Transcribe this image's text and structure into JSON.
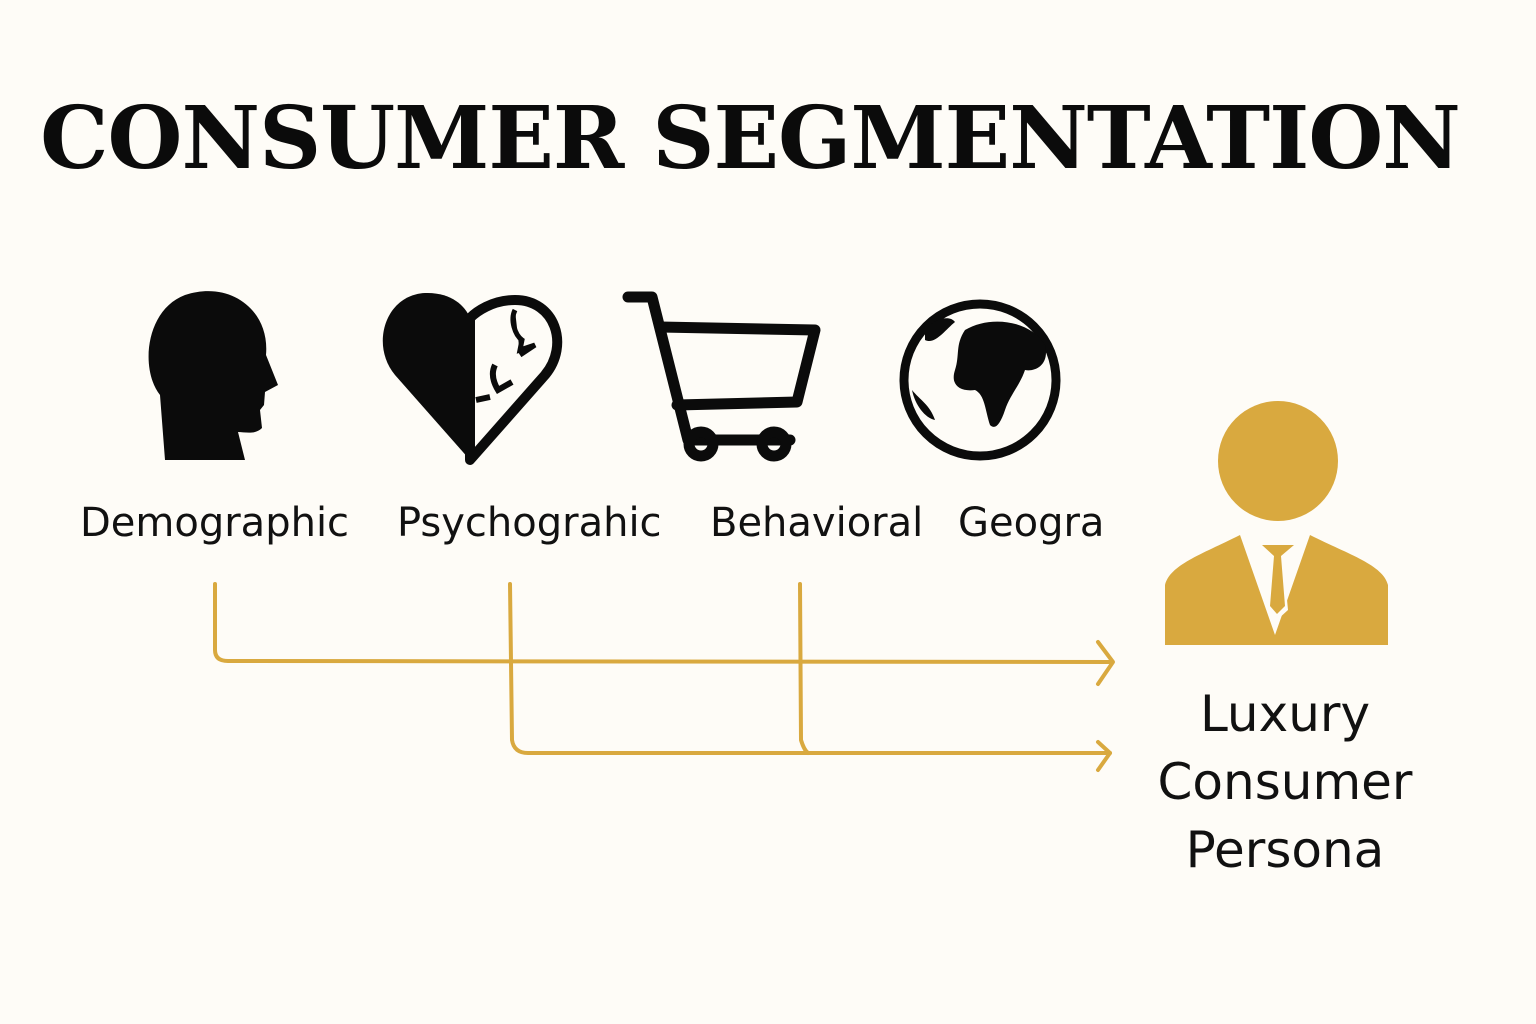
{
  "title": "CONSUMER SEGMENTATION",
  "segments": [
    {
      "label": "Demographic",
      "icon": "head-profile-icon"
    },
    {
      "label": "Psychograhic",
      "icon": "heart-icon"
    },
    {
      "label": "Behavioral",
      "icon": "shopping-cart-icon"
    },
    {
      "label": "Geogra",
      "icon": "globe-icon"
    }
  ],
  "persona": {
    "lines": [
      "Luxury",
      "Consumer",
      "Persona"
    ],
    "icon": "businessman-icon"
  },
  "colors": {
    "accent": "#d9a93f",
    "ink": "#0b0b0b",
    "background": "#fefcf7"
  }
}
